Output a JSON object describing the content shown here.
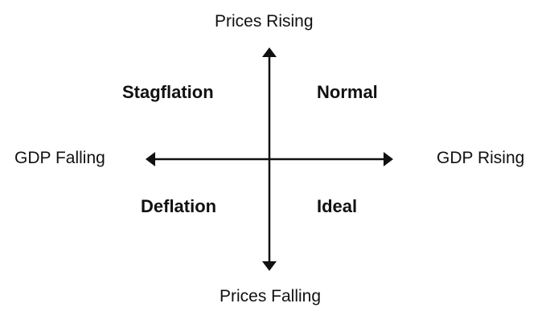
{
  "axes": {
    "vertical": {
      "top_label": "Prices Rising",
      "bottom_label": "Prices Falling"
    },
    "horizontal": {
      "left_label": "GDP Falling",
      "right_label": "GDP Rising"
    }
  },
  "quadrants": {
    "top_left": "Stagflation",
    "top_right": "Normal",
    "bottom_left": "Deflation",
    "bottom_right": "Ideal"
  },
  "colors": {
    "line": "#111111",
    "text": "#111111",
    "background": "#ffffff"
  }
}
